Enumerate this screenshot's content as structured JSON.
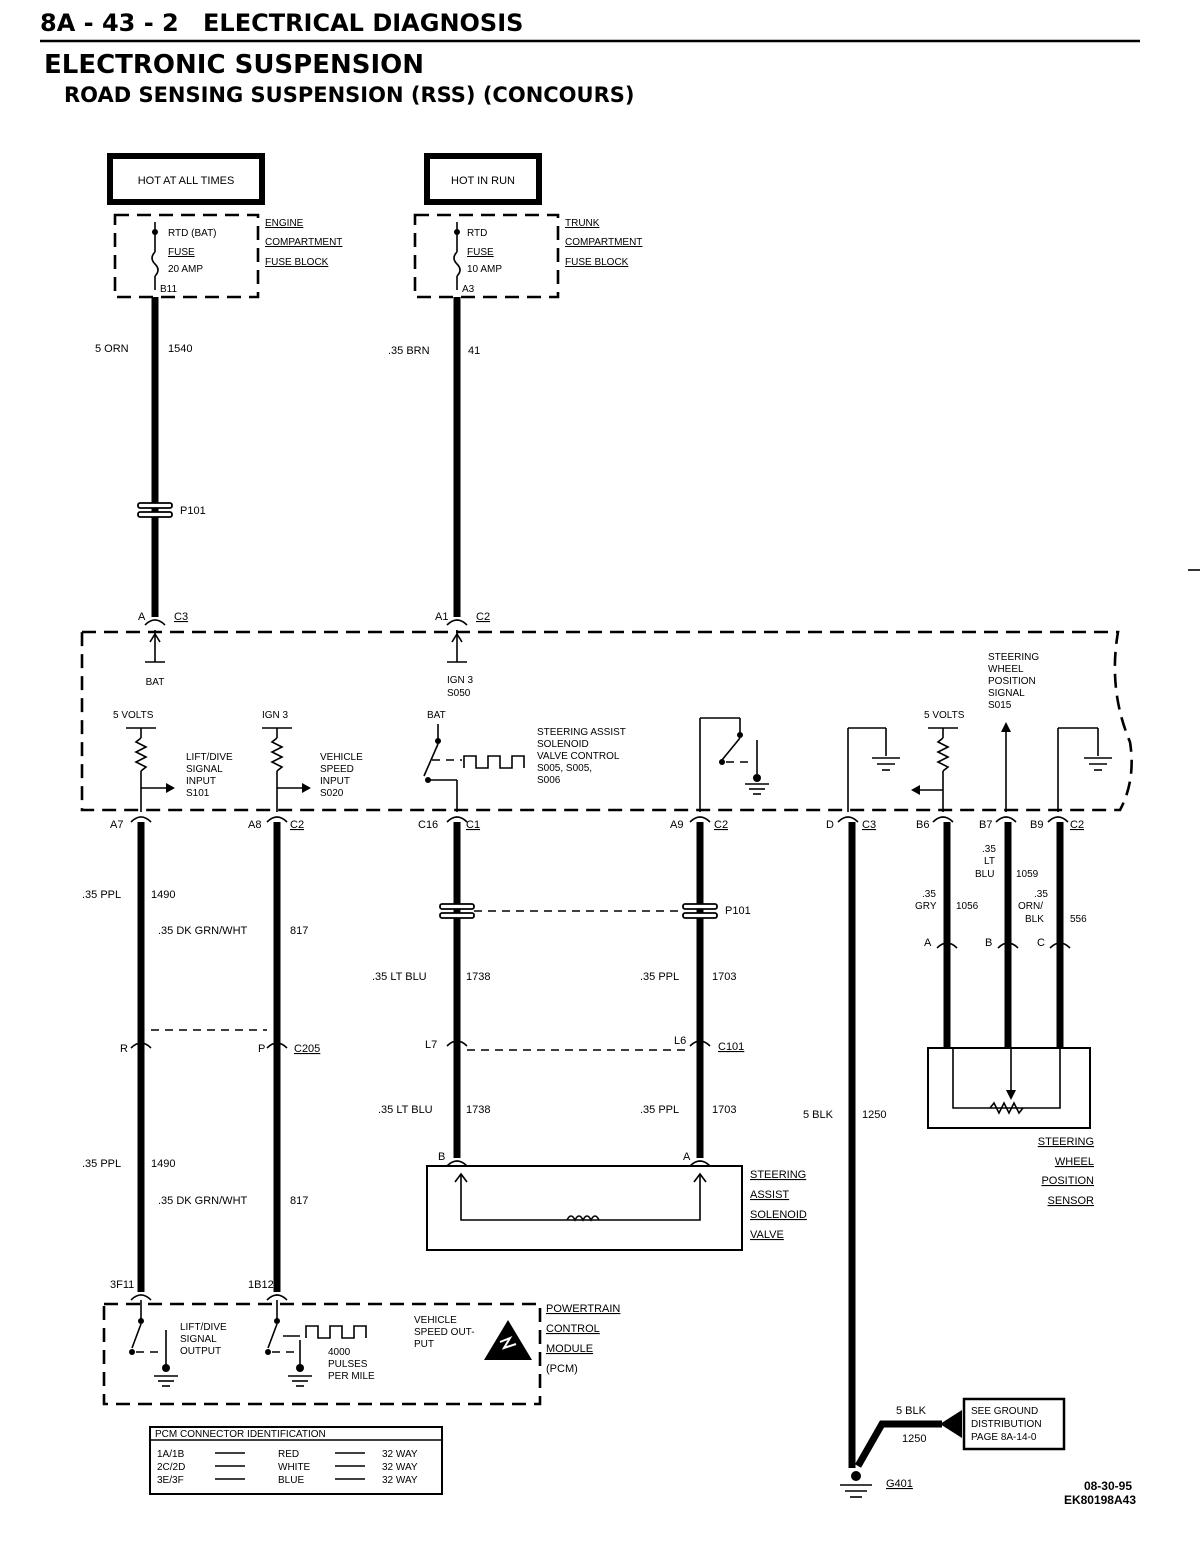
{
  "header": {
    "page_ref": "8A - 43 - 2",
    "section": "ELECTRICAL DIAGNOSIS",
    "title": "ELECTRONIC SUSPENSION",
    "subtitle": "ROAD SENSING SUSPENSION (RSS) (CONCOURS)"
  },
  "power_sources": [
    {
      "label": "HOT AT ALL TIMES"
    },
    {
      "label": "HOT IN RUN"
    }
  ],
  "fuse_blocks": [
    {
      "fuse_lines": [
        "RTD (BAT)",
        "FUSE",
        "20 AMP"
      ],
      "terminal": "B11",
      "block_lines": [
        "ENGINE",
        "COMPARTMENT",
        "FUSE BLOCK"
      ]
    },
    {
      "fuse_lines": [
        "RTD",
        "FUSE",
        "10 AMP"
      ],
      "terminal": "A3",
      "block_lines": [
        "TRUNK",
        "COMPARTMENT",
        "FUSE BLOCK"
      ]
    }
  ],
  "wires": {
    "w1540": {
      "gauge": "5 ORN",
      "circuit": "1540"
    },
    "w41": {
      "gauge": ".35 BRN",
      "circuit": "41"
    },
    "w1490_top": {
      "gauge": ".35 PPL",
      "circuit": "1490"
    },
    "w817_top": {
      "gauge": ".35 DK GRN/WHT",
      "circuit": "817"
    },
    "w1738_top": {
      "gauge": ".35 LT BLU",
      "circuit": "1738"
    },
    "w1703_top": {
      "gauge": ".35 PPL",
      "circuit": "1703"
    },
    "w1490_bot": {
      "gauge": ".35 PPL",
      "circuit": "1490"
    },
    "w817_bot": {
      "gauge": ".35 DK GRN/WHT",
      "circuit": "817"
    },
    "w1738_bot": {
      "gauge": ".35 LT BLU",
      "circuit": "1738"
    },
    "w1703_bot": {
      "gauge": ".35 PPL",
      "circuit": "1703"
    },
    "w1250": {
      "gauge": "5 BLK",
      "circuit": "1250"
    },
    "w1250_g": {
      "gauge": "5 BLK",
      "circuit": "1250"
    },
    "w1056": {
      "gauge_lines": [
        ".35",
        "GRY"
      ],
      "circuit": "1056"
    },
    "w1059": {
      "gauge_lines": [
        ".35",
        "LT",
        "BLU"
      ],
      "circuit": "1059"
    },
    "w556": {
      "gauge_lines": [
        ".35",
        "ORN/",
        "BLK"
      ],
      "circuit": "556"
    }
  },
  "connectors": {
    "p101": "P101",
    "p101b": "P101",
    "c3_top": {
      "pin": "A",
      "name": "C3"
    },
    "c2_top": {
      "pin": "A1",
      "name": "C2"
    },
    "a7": {
      "pin": "A7"
    },
    "a8": {
      "pin": "A8",
      "name": "C2"
    },
    "c16": {
      "pin": "C16",
      "name": "C1"
    },
    "a9": {
      "pin": "A9",
      "name": "C2"
    },
    "d": {
      "pin": "D",
      "name": "C3"
    },
    "b6": {
      "pin": "B6"
    },
    "b7": {
      "pin": "B7"
    },
    "b9": {
      "pin": "B9",
      "name": "C2"
    },
    "c205": {
      "pin_r": "R",
      "pin_p": "P",
      "name": "C205"
    },
    "c101": {
      "pin_l7": "L7",
      "pin_l6": "L6",
      "name": "C101"
    },
    "sensor_pins": [
      "A",
      "B",
      "C"
    ],
    "valve_pins": [
      "B",
      "A"
    ],
    "pcm_pins": [
      "3F11",
      "1B12"
    ]
  },
  "module": {
    "bat": "BAT",
    "ign3": [
      "IGN 3",
      "S050"
    ],
    "five_volts": "5 VOLTS",
    "ign3_b": "IGN 3",
    "bat_b": "BAT",
    "five_volts_b": "5 VOLTS",
    "lift_dive": [
      "LIFT/DIVE",
      "SIGNAL",
      "INPUT",
      "S101"
    ],
    "vehicle_speed": [
      "VEHICLE",
      "SPEED",
      "INPUT",
      "S020"
    ],
    "steering_assist": [
      "STEERING ASSIST",
      "SOLENOID",
      "VALVE CONTROL",
      "S005, S005,",
      "S006"
    ],
    "swp_signal": [
      "STEERING",
      "WHEEL",
      "POSITION",
      "SIGNAL",
      "S015"
    ]
  },
  "components": {
    "valve": [
      "STEERING",
      "ASSIST",
      "SOLENOID",
      "VALVE"
    ],
    "sensor": [
      "STEERING",
      "WHEEL",
      "POSITION",
      "SENSOR"
    ],
    "pcm": [
      "POWERTRAIN",
      "CONTROL",
      "MODULE",
      "(PCM)"
    ],
    "pcm_lift": [
      "LIFT/DIVE",
      "SIGNAL",
      "OUTPUT"
    ],
    "pcm_pulses": [
      "4000",
      "PULSES",
      "PER MILE"
    ],
    "pcm_vso": [
      "VEHICLE",
      "SPEED OUT-",
      "PUT"
    ]
  },
  "pcm_table": {
    "title": "PCM CONNECTOR IDENTIFICATION",
    "rows": [
      {
        "conn": "1A/1B",
        "color": "RED",
        "way": "32 WAY"
      },
      {
        "conn": "2C/2D",
        "color": "WHITE",
        "way": "32 WAY"
      },
      {
        "conn": "3E/3F",
        "color": "BLUE",
        "way": "32 WAY"
      }
    ]
  },
  "ground": {
    "ref_lines": [
      "SEE GROUND",
      "DISTRIBUTION",
      "PAGE 8A-14-0"
    ],
    "id": "G401"
  },
  "footer": {
    "date": "08-30-95",
    "code": "EK80198A43"
  }
}
